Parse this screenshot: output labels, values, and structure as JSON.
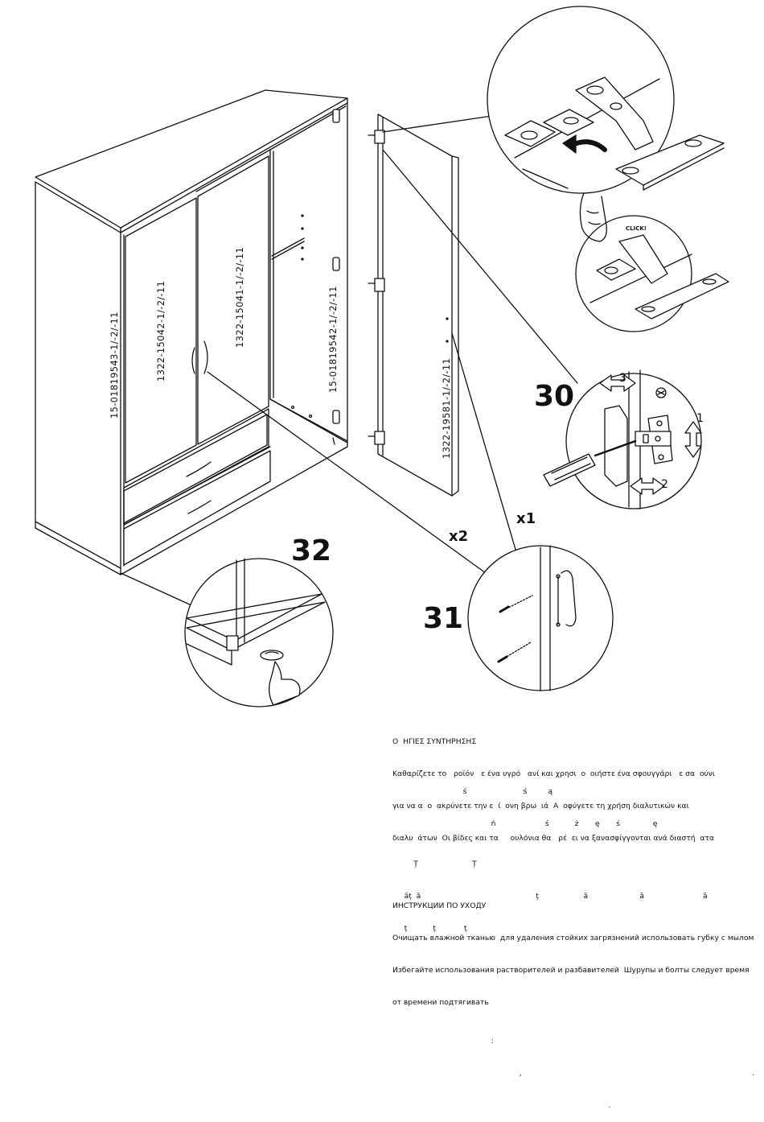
{
  "steps": {
    "s30": "30",
    "s31": "31",
    "s32": "32"
  },
  "quantities": {
    "door_hinge": "x1",
    "handle": "x2"
  },
  "part_labels": {
    "side_left": "15-01819543-1/-2/-11",
    "door_left": "1322-15042-1/-2/-11",
    "door_middle": "1322-15041-1/-2/-11",
    "side_right": "15-01819542-1/-2/-11",
    "door_detached": "1322-19581-1/-2/-11"
  },
  "callouts": {
    "click": "CLICK!",
    "arrow1": "1",
    "arrow2": "2",
    "arrow3": "3"
  },
  "care": {
    "greek": [
      "Ο  ΗΓΙΕΣ ΣΥΝΤΗΡΗΣΗΣ",
      "Καθαρίζετε το   ροϊόν   ε ένα υγρό   ανί και χρησι  ο  οιήστε ένα σφουγγάρι   ε σα  ούνι",
      "για να α  ο  ακρύνετε την ε  ί  ονη βρω  ιά  Α  οφύγετε τη χρήση διαλυτικών και",
      "διαλυ  άτων  Οι βίδες και τα     ουλόνια θα   ρέ  ει να ξανασφίγγονται ανά διαστή  ατα"
    ],
    "polish": [
      "                              ś                        ś         ą",
      "                                          ń                     ś           ż       ę       ś              ę"
    ],
    "romanian": [
      "         Ț                       Ț",
      "     ăț  ă                                                 ț                   ă                      ă                         ă",
      "     ț           ț            ț"
    ],
    "russian": [
      "ИНСТРУКЦИИ ПО УХОДУ",
      "Очищать влажной тканью  для удаления стойких загрязнений использовать губку с мылом",
      "Избегайте использования растворителей и разбавителей  Шурупы и болты следует время",
      "от времени подтягивать"
    ],
    "bottom": [
      "                                          :",
      "                                                      ,                                                                                                  .",
      "                                                                                            ."
    ]
  }
}
